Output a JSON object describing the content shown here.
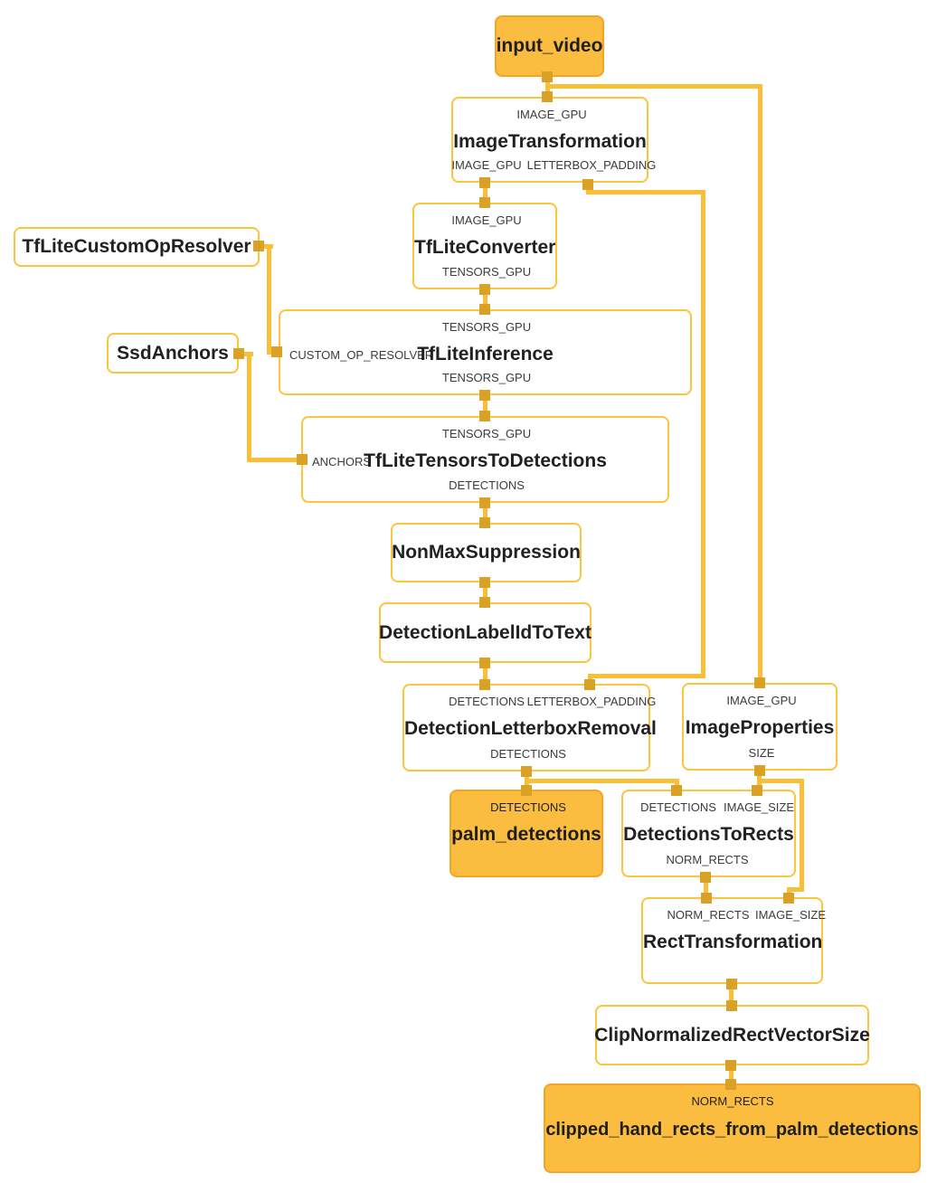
{
  "diagram_type": "mediapipe-graph",
  "colors": {
    "background": "#FFFFFF",
    "node_border": "#FEC43E",
    "edge": "#FBBE37",
    "port": "#D9A125",
    "stream_fill": "#FBBD3F",
    "stream_border": "#F5A423",
    "title_text": "#212121",
    "port_label_text": "#3B3B3B"
  },
  "nodes": [
    {
      "id": "input_video",
      "type": "stream",
      "title": "input_video"
    },
    {
      "id": "image_transformation",
      "type": "calculator",
      "title": "ImageTransformation",
      "top_ports": [
        "IMAGE_GPU"
      ],
      "bottom_ports": [
        "IMAGE_GPU",
        "LETTERBOX_PADDING"
      ]
    },
    {
      "id": "tflite_converter",
      "type": "calculator",
      "title": "TfLiteConverter",
      "top_ports": [
        "IMAGE_GPU"
      ],
      "bottom_ports": [
        "TENSORS_GPU"
      ]
    },
    {
      "id": "tflite_custom_op_resolver",
      "type": "calculator",
      "title": "TfLiteCustomOpResolver"
    },
    {
      "id": "ssd_anchors",
      "type": "calculator",
      "title": "SsdAnchors"
    },
    {
      "id": "tflite_inference",
      "type": "calculator",
      "title": "TfLiteInference",
      "top_ports": [
        "TENSORS_GPU"
      ],
      "left_port": "CUSTOM_OP_RESOLVER",
      "bottom_ports": [
        "TENSORS_GPU"
      ]
    },
    {
      "id": "tflite_tensors_to_detections",
      "type": "calculator",
      "title": "TfLiteTensorsToDetections",
      "top_ports": [
        "TENSORS_GPU"
      ],
      "left_port": "ANCHORS",
      "bottom_ports": [
        "DETECTIONS"
      ]
    },
    {
      "id": "non_max_suppression",
      "type": "calculator",
      "title": "NonMaxSuppression"
    },
    {
      "id": "detection_label_id_to_text",
      "type": "calculator",
      "title": "DetectionLabelIdToText"
    },
    {
      "id": "detection_letterbox_removal",
      "type": "calculator",
      "title": "DetectionLetterboxRemoval",
      "top_ports": [
        "DETECTIONS",
        "LETTERBOX_PADDING"
      ],
      "bottom_ports": [
        "DETECTIONS"
      ]
    },
    {
      "id": "image_properties",
      "type": "calculator",
      "title": "ImageProperties",
      "top_ports": [
        "IMAGE_GPU"
      ],
      "bottom_ports": [
        "SIZE"
      ]
    },
    {
      "id": "palm_detections",
      "type": "stream",
      "title": "palm_detections",
      "top_ports": [
        "DETECTIONS"
      ]
    },
    {
      "id": "detections_to_rects",
      "type": "calculator",
      "title": "DetectionsToRects",
      "top_ports": [
        "DETECTIONS",
        "IMAGE_SIZE"
      ],
      "bottom_ports": [
        "NORM_RECTS"
      ]
    },
    {
      "id": "rect_transformation",
      "type": "calculator",
      "title": "RectTransformation",
      "top_ports": [
        "NORM_RECTS",
        "IMAGE_SIZE"
      ]
    },
    {
      "id": "clip_normalized_rect_vector_size",
      "type": "calculator",
      "title": "ClipNormalizedRectVectorSize"
    },
    {
      "id": "clipped_hand_rects",
      "type": "stream",
      "title": "clipped_hand_rects_from_palm_detections",
      "top_ports": [
        "NORM_RECTS"
      ]
    }
  ]
}
